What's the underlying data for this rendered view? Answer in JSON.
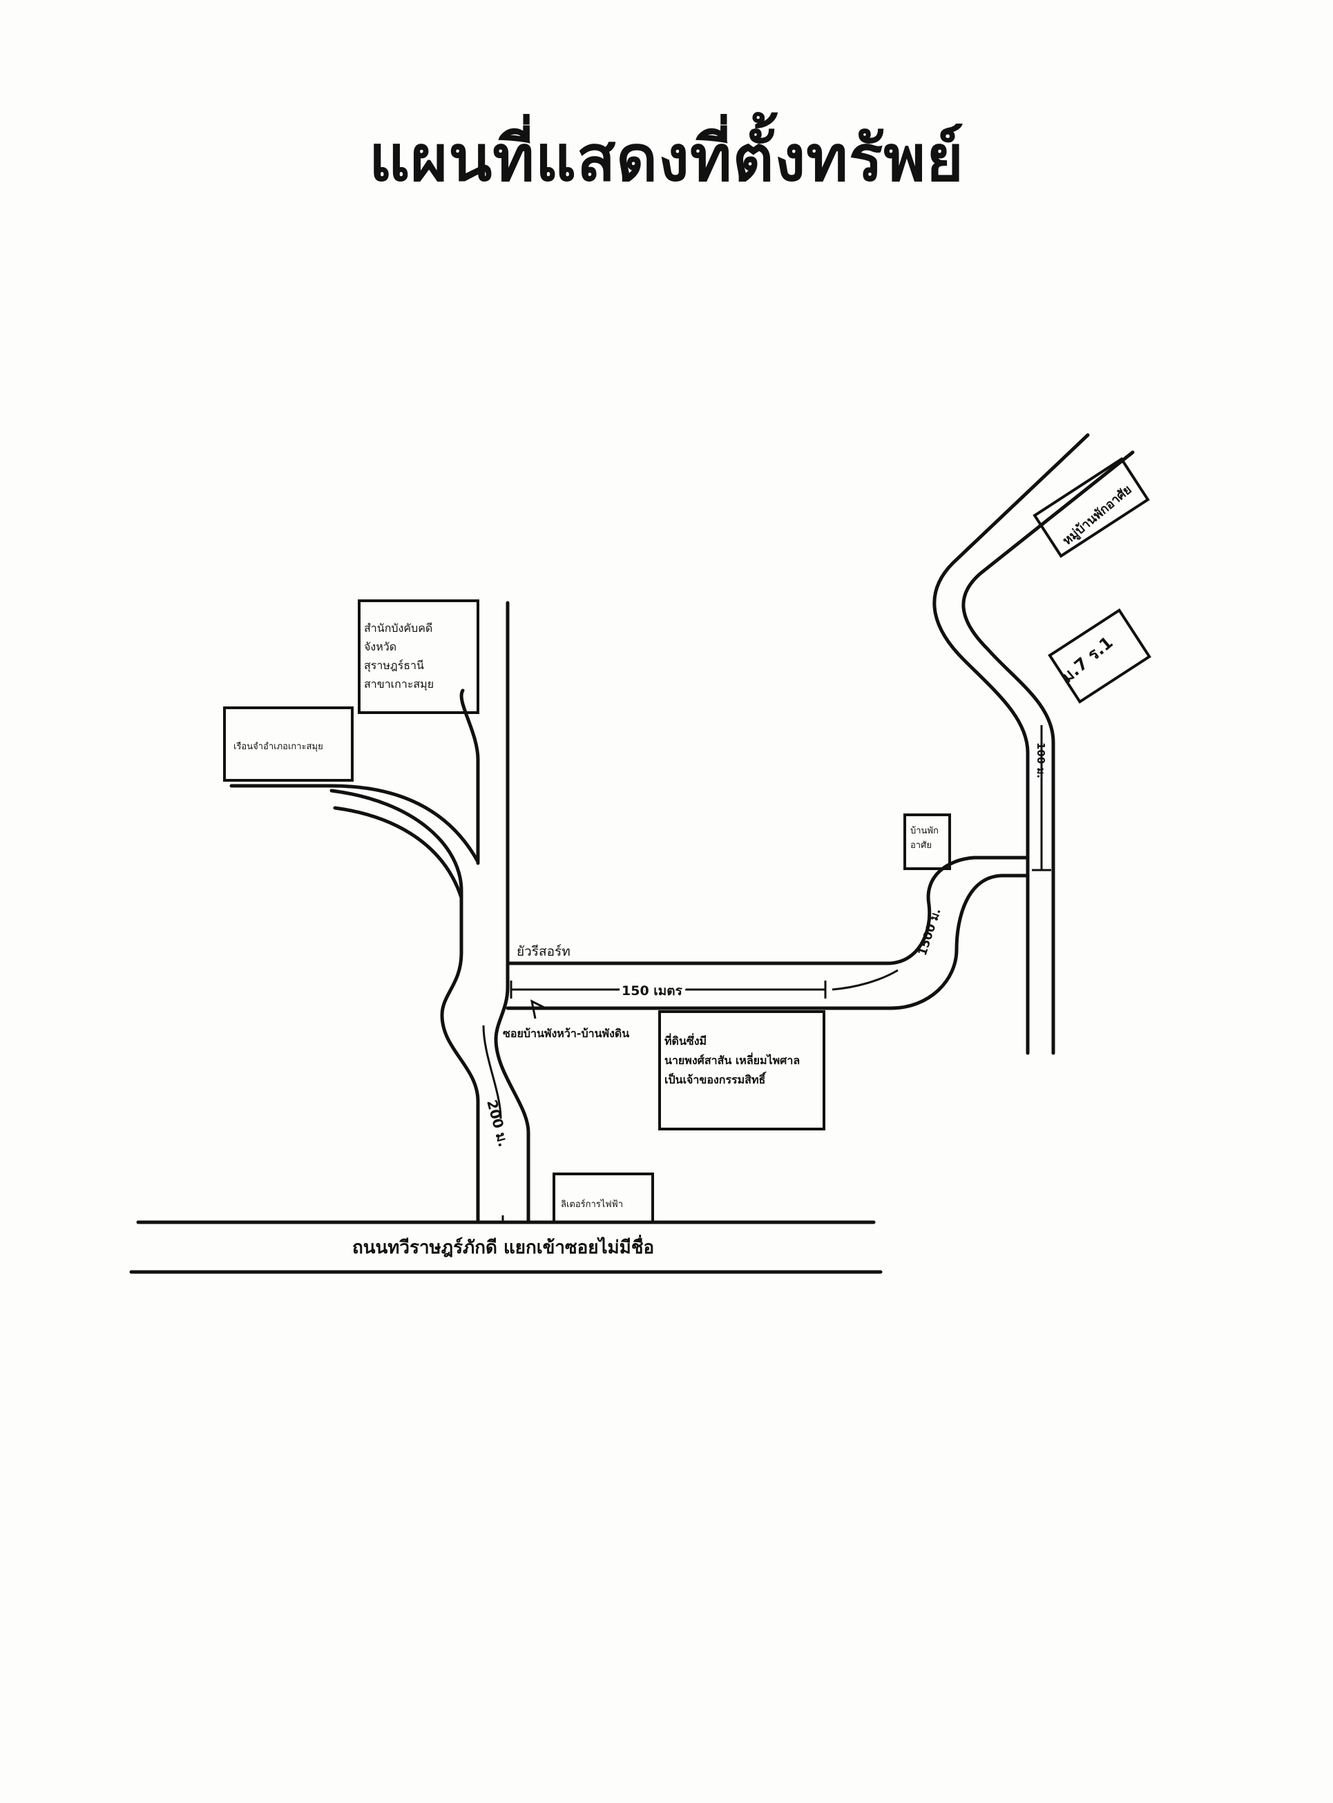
{
  "title": "แผนที่แสดงที่ตั้งทรัพย์",
  "labels": {
    "legal_office": [
      "สำนักบังคับคดี",
      "จังหวัด",
      "สุราษฎร์ธานี",
      "สาขาเกาะสมุย"
    ],
    "prison": "เรือนจำอำเภอเกาะสมุย",
    "resort": "ยัวรีสอร์ท",
    "distance_150": "150 เมตร",
    "soi": "ซอยบ้านพังหว้า-บ้านพังดิน",
    "property": [
      "ที่ดินซึ่งมี",
      "นายพงศ์สาสัน เหลี่ยมไพศาล",
      "เป็นเจ้าของกรรมสิทธิ์"
    ],
    "distance_200": "200 ม.",
    "hardware_shop": "ลิเตอร์การไฟฟ้า",
    "main_road": "ถนนทวีราษฎร์ภักดี แยกเข้าซอยไม่มีชื่อ",
    "residence": [
      "บ้านพัก",
      "อาศัย"
    ],
    "distance_1500": "1500 ม.",
    "distance_100": "100 ม.",
    "house_no": "ม.7 ร.1",
    "village": "หมู่บ้านพักอาศัย"
  }
}
